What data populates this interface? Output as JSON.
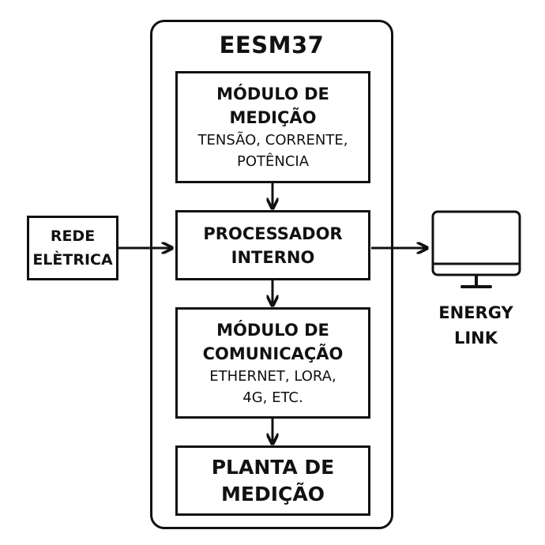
{
  "container": {
    "title": "EESM37"
  },
  "blocks": {
    "medicao": {
      "title": [
        "MÓDULO DE",
        "MEDIÇÃO"
      ],
      "subtitle": [
        "TENSÃO, CORRENTE,",
        "POTÊNCIA"
      ]
    },
    "processador": {
      "title": [
        "PROCESSADOR",
        "INTERNO"
      ]
    },
    "comunicacao": {
      "title": [
        "MÓDULO DE",
        "COMUNICAÇÃO"
      ],
      "subtitle": [
        "ETHERNET, LORA,",
        "4G, ETC."
      ]
    },
    "planta": {
      "title": [
        "PLANTA DE",
        "MEDIÇÃO"
      ]
    }
  },
  "rede": {
    "label": [
      "REDE",
      "ELÈTRICA"
    ]
  },
  "energy_link": {
    "label": [
      "ENERGY",
      "LINK"
    ],
    "icon": "monitor-icon"
  }
}
